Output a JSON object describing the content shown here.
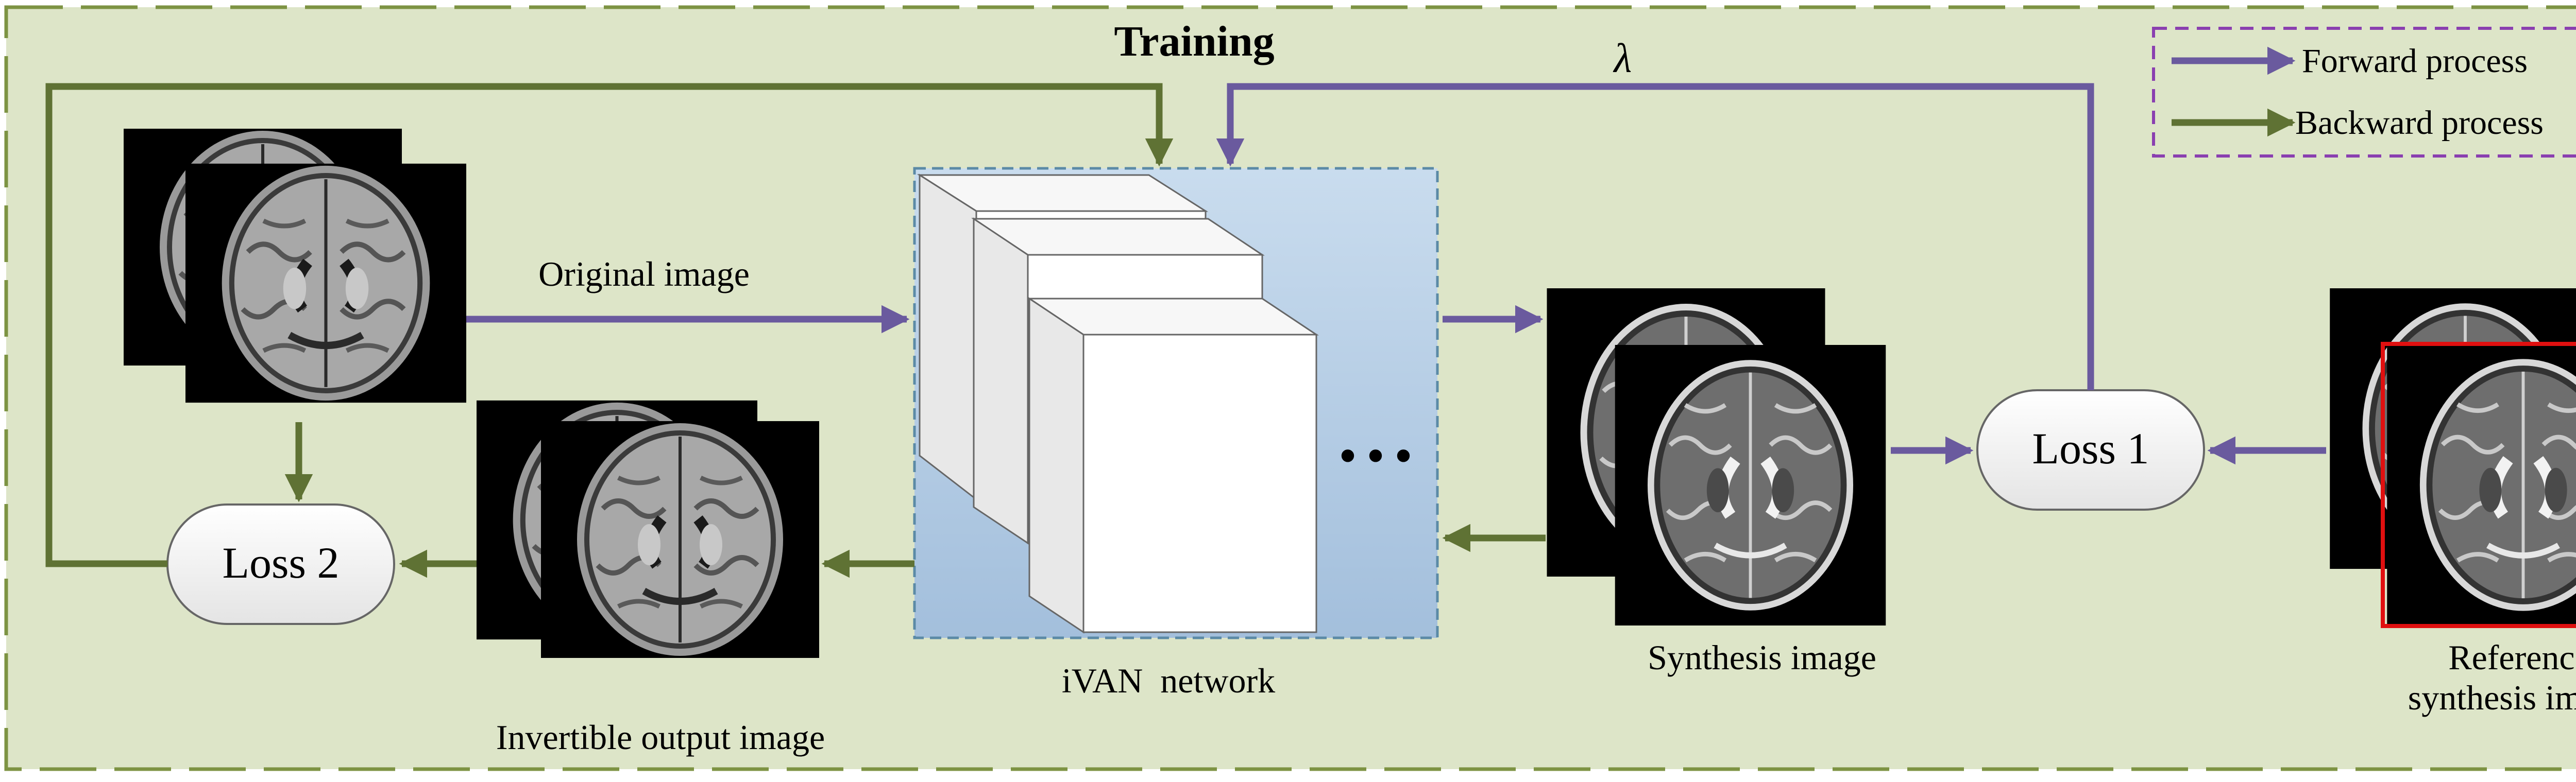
{
  "colors": {
    "forward": "#6a5a9e",
    "backward": "#5f7234",
    "panel_fill": "#dde5c8",
    "panel_border": "#7d9343",
    "legend_border": "#8a3fb0",
    "network_fill": "#b6cde3",
    "reference_border": "#e01010"
  },
  "diagram": {
    "title": "Training",
    "lambda_label": "λ",
    "legend": {
      "forward_label": "Forward process",
      "backward_label": "Backward process"
    },
    "labels": {
      "original_image": "Original image",
      "network": "iVAN  network",
      "synthesis_image": "Synthesis image",
      "reference_line1": "Reference",
      "reference_line2": "synthesis image",
      "invertible_output": "Invertible output image"
    },
    "nodes": {
      "loss1": "Loss 1",
      "loss2": "Loss 2"
    },
    "ellipsis": "• • •"
  }
}
